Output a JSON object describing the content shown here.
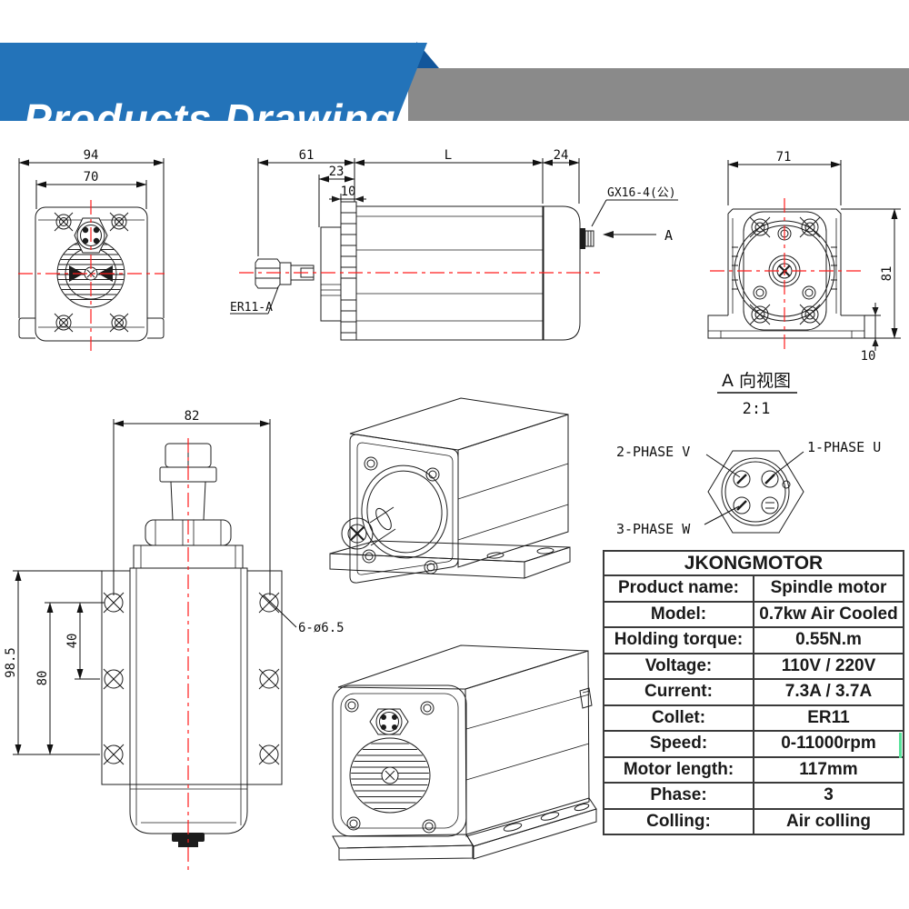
{
  "banner": {
    "title": "Products Drawings",
    "colors": {
      "blue": "#2373b9",
      "blue_dark": "#12569b",
      "gray": "#8a8a8a",
      "text": "#ffffff"
    }
  },
  "drawing": {
    "line_color": "#1c1c1c",
    "centerline_color": "#ff1d1d",
    "front_view": {
      "dims": {
        "outer_width": "94",
        "body_width": "70"
      }
    },
    "side_view": {
      "dims": {
        "front_len": "61",
        "collar": "23",
        "lip": "10",
        "body_len": "L",
        "rear": "24"
      },
      "labels": {
        "collet": "ER11-A",
        "connector": "GX16-4(公)",
        "view_arrow": "A"
      }
    },
    "rear_view": {
      "dims": {
        "width": "71",
        "height": "81",
        "base": "10"
      }
    },
    "view_a": {
      "title": "A 向视图",
      "scale": "2:1",
      "pins": {
        "v": "2-PHASE V",
        "u": "1-PHASE U",
        "w": "3-PHASE W"
      }
    },
    "top_view": {
      "dims": {
        "hole_span": "82",
        "total": "98.5",
        "outer_holes": "80",
        "inner_holes": "40"
      },
      "labels": {
        "holes": "6-ø6.5"
      }
    }
  },
  "spec_table": {
    "header": "JKONGMOTOR",
    "rows": [
      {
        "label": "Product name:",
        "value": "Spindle motor"
      },
      {
        "label": "Model:",
        "value": "0.7kw Air Cooled"
      },
      {
        "label": "Holding torque:",
        "value": "0.55N.m"
      },
      {
        "label": "Voltage:",
        "value": "110V / 220V"
      },
      {
        "label": "Current:",
        "value": "7.3A / 3.7A"
      },
      {
        "label": "Collet:",
        "value": "ER11"
      },
      {
        "label": "Speed:",
        "value": "0-11000rpm"
      },
      {
        "label": "Motor length:",
        "value": "117mm"
      },
      {
        "label": "Phase:",
        "value": "3"
      },
      {
        "label": "Colling:",
        "value": "Air colling"
      }
    ]
  }
}
